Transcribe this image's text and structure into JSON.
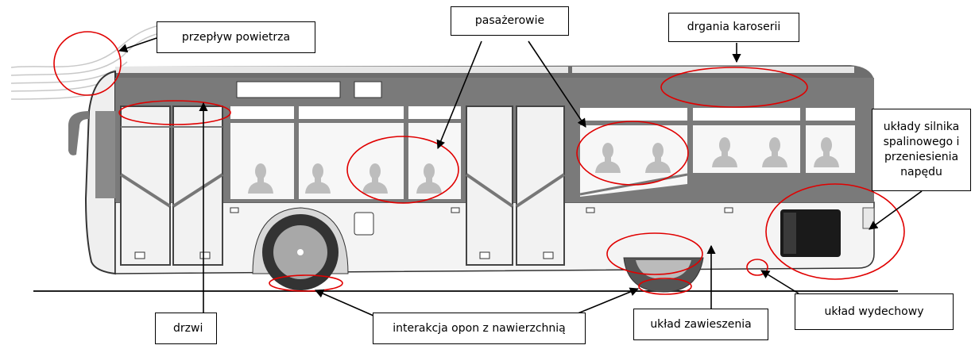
{
  "labels": {
    "airflow": "przepływ powietrza",
    "passengers": "pasażerowie",
    "body_vibration": "drgania karoserii",
    "engine_systems": "układy silnika spalinowego i przeniesienia napędu",
    "doors": "drzwi",
    "tire_road": "interakcja opon z nawierzchnią",
    "suspension": "układ zawieszenia",
    "exhaust": "układ wydechowy"
  },
  "colors": {
    "highlight": "#e00000",
    "body_dark": "#6e6e6e",
    "body_light": "#f2f2f2",
    "outline": "#000000"
  },
  "icons": {
    "passenger_silhouette": "person-bust-icon"
  }
}
